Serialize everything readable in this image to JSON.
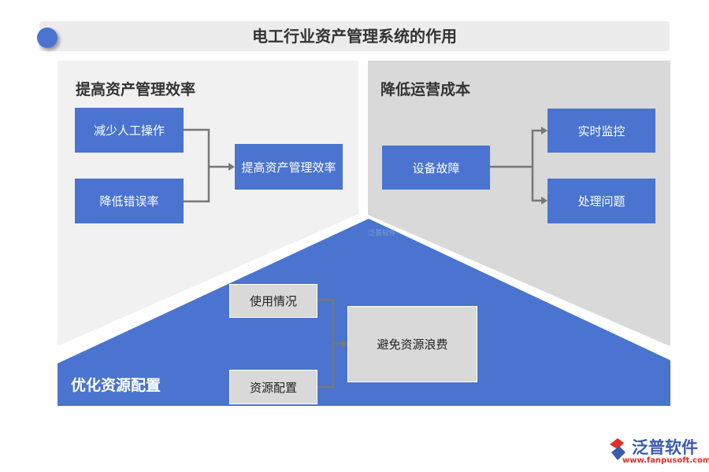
{
  "title": "电工行业资产管理系统的作用",
  "colors": {
    "accent_blue": "#4a74cf",
    "panel_light": "#f1f1f1",
    "panel_gray": "#d9d9d9",
    "connector": "#777777"
  },
  "sections": {
    "efficiency": {
      "title": "提高资产管理效率",
      "inputs": [
        "减少人工操作",
        "降低错误率"
      ],
      "result": "提高资产管理效率"
    },
    "cost": {
      "title": "降低运营成本",
      "source": "设备故障",
      "outputs": [
        "实时监控",
        "处理问题"
      ]
    },
    "resources": {
      "title": "优化资源配置",
      "inputs": [
        "使用情况",
        "资源配置"
      ],
      "result": "避免资源浪费"
    }
  },
  "watermark": "泛普软件",
  "logo": {
    "name": "泛普软件",
    "url": "www.fanpusoft.com",
    "icon": "fanpu-logo-icon"
  }
}
